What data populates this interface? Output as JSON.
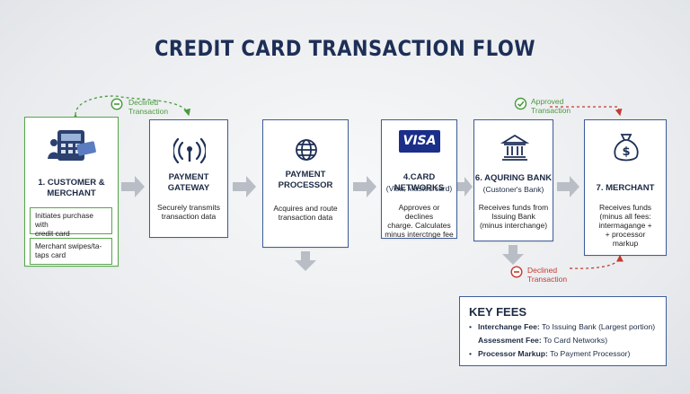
{
  "title": "CREDIT CARD TRANSACTION FLOW",
  "steps": [
    {
      "title": "1. CUSTOMER &\nMERCHANT",
      "sub1": "Initiates purchase with\ncredit card",
      "sub2": "Merchant swipes/ta-\ntaps card",
      "icon": "payment-terminal-icon"
    },
    {
      "title": "PAYMENT\nGATEWAY",
      "desc": "Securely transmits\ntransaction data",
      "icon": "wireless-signal-icon"
    },
    {
      "title": "PAYMENT\nPROCESSOR",
      "desc": "Acquires and route\ntransaction data",
      "icon": "globe-icon"
    },
    {
      "title": "4.CARD NETWORKS",
      "subtitle": "(Visa, Mastecrcard)",
      "desc": "Approves or declines\ncharge. Calculates\nminus interctnge fee",
      "icon": "visa-logo",
      "logo_text": "VISA"
    },
    {
      "title": "6. AQURING BANK",
      "subtitle": "(Custoner's Bank)",
      "desc": "Receives funds from\nIssuing Bank\n(minus interchange)",
      "icon": "bank-icon"
    },
    {
      "title": "7. MERCHANT",
      "desc": "Receives funds\n(minus all fees:\nintermagange +\n+ processor\nmarkup",
      "icon": "money-bag-icon"
    }
  ],
  "annotations": {
    "declined_top": "Declined\nTransaction",
    "approved": "Approved\nTransaction",
    "declined_bottom": "Declined\nTransaction"
  },
  "key_fees": {
    "title": "KEY FEES",
    "items": [
      {
        "label": "Interchange Fee:",
        "text": " To Issuing Bank (Largest portion)",
        "bullet": true
      },
      {
        "label": "Assessment Fee:",
        "text": " To Card Networks)",
        "bullet": false
      },
      {
        "label": "Processor Markup:",
        "text": " To Payment Processor)",
        "bullet": true
      }
    ]
  },
  "colors": {
    "navy": "#1d2f57",
    "border_blue": "#3f5d97",
    "green": "#57a64b",
    "red": "#c43a32",
    "arrow_gray": "#b9bec6"
  }
}
